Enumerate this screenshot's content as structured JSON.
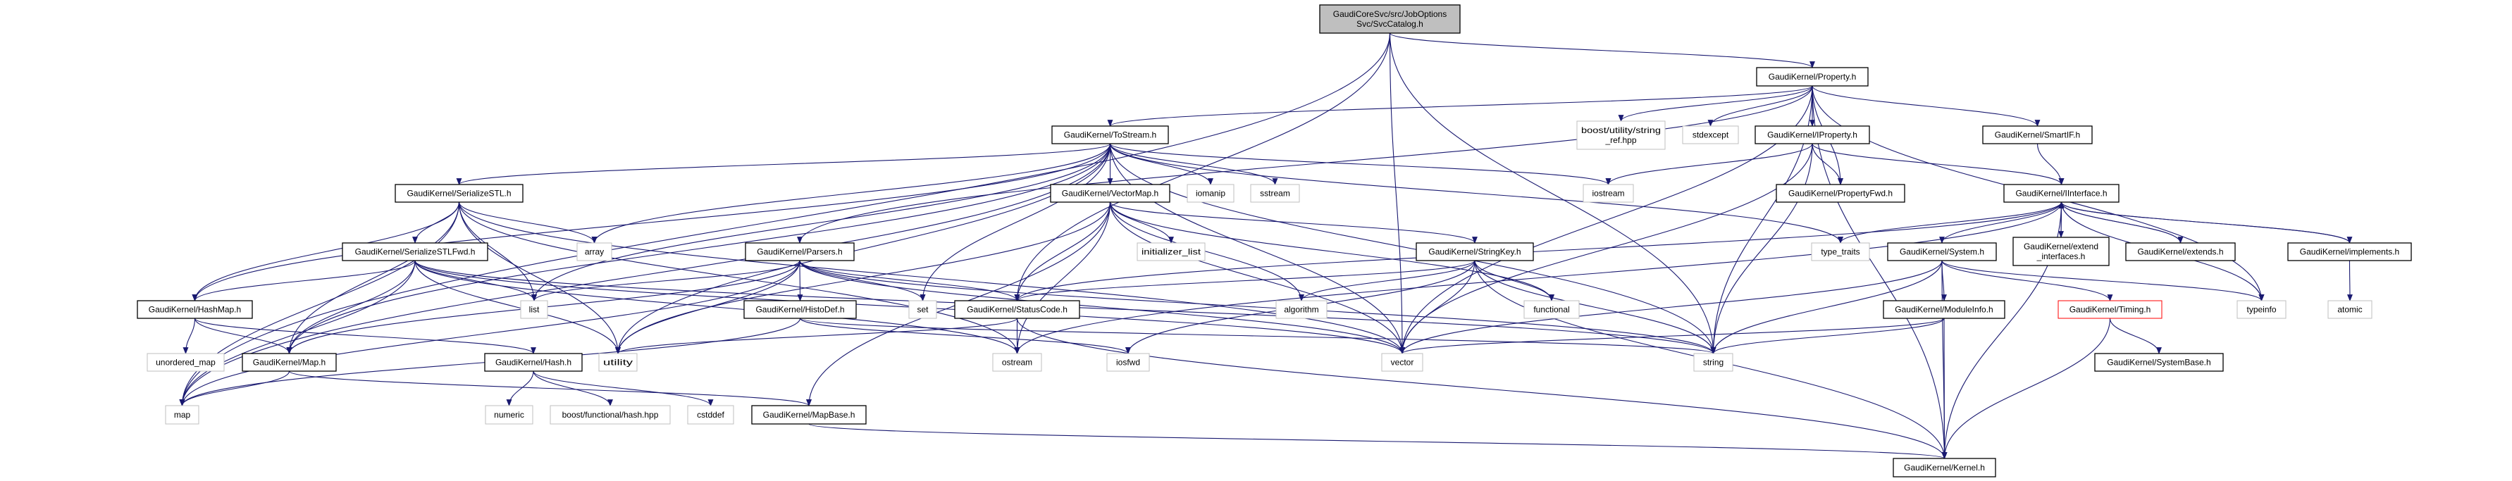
{
  "colors": {
    "edge": "#191970",
    "root_fill": "#bfbfbf",
    "project_border": "#000000",
    "external_border": "#bfbfbf",
    "highlight_border": "#ff0000"
  },
  "nodes": [
    {
      "id": "root",
      "label": [
        "GaudiCoreSvc/src/JobOptions",
        "Svc/SvcCatalog.h"
      ],
      "kind": "root"
    },
    {
      "id": "Property",
      "label": [
        "GaudiKernel/Property.h"
      ],
      "kind": "project"
    },
    {
      "id": "ToStream",
      "label": [
        "GaudiKernel/ToStream.h"
      ],
      "kind": "project"
    },
    {
      "id": "stringref",
      "label": [
        "boost/utility/string",
        "_ref.hpp"
      ],
      "kind": "external"
    },
    {
      "id": "stdexcept",
      "label": [
        "stdexcept"
      ],
      "kind": "external"
    },
    {
      "id": "IProperty",
      "label": [
        "GaudiKernel/IProperty.h"
      ],
      "kind": "project"
    },
    {
      "id": "SmartIF",
      "label": [
        "GaudiKernel/SmartIF.h"
      ],
      "kind": "project"
    },
    {
      "id": "SerializeSTL",
      "label": [
        "GaudiKernel/SerializeSTL.h"
      ],
      "kind": "project"
    },
    {
      "id": "VectorMap",
      "label": [
        "GaudiKernel/VectorMap.h"
      ],
      "kind": "project"
    },
    {
      "id": "iomanip",
      "label": [
        "iomanip"
      ],
      "kind": "external"
    },
    {
      "id": "sstream",
      "label": [
        "sstream"
      ],
      "kind": "external"
    },
    {
      "id": "iostream",
      "label": [
        "iostream"
      ],
      "kind": "external"
    },
    {
      "id": "PropertyFwd",
      "label": [
        "GaudiKernel/PropertyFwd.h"
      ],
      "kind": "project"
    },
    {
      "id": "IInterface",
      "label": [
        "GaudiKernel/IInterface.h"
      ],
      "kind": "project"
    },
    {
      "id": "SerializeSTLFwd",
      "label": [
        "GaudiKernel/SerializeSTLFwd.h"
      ],
      "kind": "project"
    },
    {
      "id": "array",
      "label": [
        "array"
      ],
      "kind": "external"
    },
    {
      "id": "Parsers",
      "label": [
        "GaudiKernel/Parsers.h"
      ],
      "kind": "project"
    },
    {
      "id": "initializer_list",
      "label": [
        "initializer_list"
      ],
      "kind": "external"
    },
    {
      "id": "StringKey",
      "label": [
        "GaudiKernel/StringKey.h"
      ],
      "kind": "project"
    },
    {
      "id": "type_traits",
      "label": [
        "type_traits"
      ],
      "kind": "external"
    },
    {
      "id": "System",
      "label": [
        "GaudiKernel/System.h"
      ],
      "kind": "project"
    },
    {
      "id": "extend_interfaces",
      "label": [
        "GaudiKernel/extend",
        "_interfaces.h"
      ],
      "kind": "project"
    },
    {
      "id": "extends",
      "label": [
        "GaudiKernel/extends.h"
      ],
      "kind": "project"
    },
    {
      "id": "implements",
      "label": [
        "GaudiKernel/implements.h"
      ],
      "kind": "project"
    },
    {
      "id": "HashMap",
      "label": [
        "GaudiKernel/HashMap.h"
      ],
      "kind": "project"
    },
    {
      "id": "list",
      "label": [
        "list"
      ],
      "kind": "external"
    },
    {
      "id": "HistoDef",
      "label": [
        "GaudiKernel/HistoDef.h"
      ],
      "kind": "project"
    },
    {
      "id": "set",
      "label": [
        "set"
      ],
      "kind": "external"
    },
    {
      "id": "StatusCode",
      "label": [
        "GaudiKernel/StatusCode.h"
      ],
      "kind": "project"
    },
    {
      "id": "algorithm",
      "label": [
        "algorithm"
      ],
      "kind": "external"
    },
    {
      "id": "functional",
      "label": [
        "functional"
      ],
      "kind": "external"
    },
    {
      "id": "ModuleInfo",
      "label": [
        "GaudiKernel/ModuleInfo.h"
      ],
      "kind": "project"
    },
    {
      "id": "Timing",
      "label": [
        "GaudiKernel/Timing.h"
      ],
      "kind": "highlight"
    },
    {
      "id": "typeinfo",
      "label": [
        "typeinfo"
      ],
      "kind": "external"
    },
    {
      "id": "atomic",
      "label": [
        "atomic"
      ],
      "kind": "external"
    },
    {
      "id": "unordered_map",
      "label": [
        "unordered_map"
      ],
      "kind": "external"
    },
    {
      "id": "Map",
      "label": [
        "GaudiKernel/Map.h"
      ],
      "kind": "project"
    },
    {
      "id": "Hash",
      "label": [
        "GaudiKernel/Hash.h"
      ],
      "kind": "project"
    },
    {
      "id": "utility",
      "label": [
        "utility"
      ],
      "kind": "external"
    },
    {
      "id": "ostream",
      "label": [
        "ostream"
      ],
      "kind": "external"
    },
    {
      "id": "iosfwd",
      "label": [
        "iosfwd"
      ],
      "kind": "external"
    },
    {
      "id": "vector",
      "label": [
        "vector"
      ],
      "kind": "external"
    },
    {
      "id": "string",
      "label": [
        "string"
      ],
      "kind": "external"
    },
    {
      "id": "SystemBase",
      "label": [
        "GaudiKernel/SystemBase.h"
      ],
      "kind": "project"
    },
    {
      "id": "map",
      "label": [
        "map"
      ],
      "kind": "external"
    },
    {
      "id": "numeric",
      "label": [
        "numeric"
      ],
      "kind": "external"
    },
    {
      "id": "boosthash",
      "label": [
        "boost/functional/hash.hpp"
      ],
      "kind": "external"
    },
    {
      "id": "cstddef",
      "label": [
        "cstddef"
      ],
      "kind": "external"
    },
    {
      "id": "MapBase",
      "label": [
        "GaudiKernel/MapBase.h"
      ],
      "kind": "project"
    },
    {
      "id": "Kernel",
      "label": [
        "GaudiKernel/Kernel.h"
      ],
      "kind": "project"
    }
  ],
  "edges": [
    [
      "root",
      "map"
    ],
    [
      "root",
      "StatusCode"
    ],
    [
      "root",
      "vector"
    ],
    [
      "root",
      "string"
    ],
    [
      "root",
      "Property"
    ],
    [
      "Property",
      "ToStream"
    ],
    [
      "Property",
      "Parsers"
    ],
    [
      "Property",
      "stringref"
    ],
    [
      "Property",
      "stdexcept"
    ],
    [
      "Property",
      "IProperty"
    ],
    [
      "Property",
      "PropertyFwd"
    ],
    [
      "Property",
      "SmartIF"
    ],
    [
      "Property",
      "string"
    ],
    [
      "Property",
      "typeinfo"
    ],
    [
      "Property",
      "Kernel"
    ],
    [
      "Property",
      "vector"
    ],
    [
      "ToStream",
      "SerializeSTL"
    ],
    [
      "ToStream",
      "VectorMap"
    ],
    [
      "ToStream",
      "iomanip"
    ],
    [
      "ToStream",
      "sstream"
    ],
    [
      "ToStream",
      "iostream"
    ],
    [
      "ToStream",
      "HashMap"
    ],
    [
      "ToStream",
      "Map"
    ],
    [
      "ToStream",
      "map"
    ],
    [
      "ToStream",
      "array"
    ],
    [
      "ToStream",
      "list"
    ],
    [
      "ToStream",
      "set"
    ],
    [
      "ToStream",
      "string"
    ],
    [
      "ToStream",
      "vector"
    ],
    [
      "ToStream",
      "type_traits"
    ],
    [
      "ToStream",
      "utility"
    ],
    [
      "SerializeSTL",
      "SerializeSTLFwd"
    ],
    [
      "SerializeSTL",
      "array"
    ],
    [
      "SerializeSTL",
      "list"
    ],
    [
      "SerializeSTL",
      "HashMap"
    ],
    [
      "SerializeSTL",
      "Map"
    ],
    [
      "SerializeSTL",
      "map"
    ],
    [
      "SerializeSTL",
      "utility"
    ],
    [
      "SerializeSTL",
      "vector"
    ],
    [
      "SerializeSTL",
      "ostream"
    ],
    [
      "SerializeSTLFwd",
      "HashMap"
    ],
    [
      "SerializeSTLFwd",
      "Map"
    ],
    [
      "SerializeSTLFwd",
      "list"
    ],
    [
      "SerializeSTLFwd",
      "map"
    ],
    [
      "SerializeSTLFwd",
      "utility"
    ],
    [
      "SerializeSTLFwd",
      "vector"
    ],
    [
      "SerializeSTLFwd",
      "string"
    ],
    [
      "SerializeSTLFwd",
      "ostream"
    ],
    [
      "HashMap",
      "unordered_map"
    ],
    [
      "HashMap",
      "Map"
    ],
    [
      "HashMap",
      "Hash"
    ],
    [
      "Map",
      "map"
    ],
    [
      "Map",
      "MapBase"
    ],
    [
      "Hash",
      "numeric"
    ],
    [
      "Hash",
      "boosthash"
    ],
    [
      "Hash",
      "cstddef"
    ],
    [
      "MapBase",
      "Kernel"
    ],
    [
      "Parsers",
      "list"
    ],
    [
      "Parsers",
      "set"
    ],
    [
      "Parsers",
      "map"
    ],
    [
      "Parsers",
      "Map"
    ],
    [
      "Parsers",
      "HistoDef"
    ],
    [
      "Parsers",
      "StatusCode"
    ],
    [
      "Parsers",
      "string"
    ],
    [
      "Parsers",
      "vector"
    ],
    [
      "Parsers",
      "utility"
    ],
    [
      "HistoDef",
      "string"
    ],
    [
      "HistoDef",
      "iosfwd"
    ],
    [
      "HistoDef",
      "map"
    ],
    [
      "VectorMap",
      "StatusCode"
    ],
    [
      "VectorMap",
      "ostream"
    ],
    [
      "VectorMap",
      "initializer_list"
    ],
    [
      "VectorMap",
      "algorithm"
    ],
    [
      "VectorMap",
      "vector"
    ],
    [
      "VectorMap",
      "functional"
    ],
    [
      "VectorMap",
      "StringKey"
    ],
    [
      "VectorMap",
      "MapBase"
    ],
    [
      "VectorMap",
      "utility"
    ],
    [
      "StringKey",
      "StatusCode"
    ],
    [
      "StringKey",
      "algorithm"
    ],
    [
      "StringKey",
      "functional"
    ],
    [
      "StringKey",
      "vector"
    ],
    [
      "StringKey",
      "string"
    ],
    [
      "StringKey",
      "iosfwd"
    ],
    [
      "StringKey",
      "Kernel"
    ],
    [
      "StatusCode",
      "ostream"
    ],
    [
      "StatusCode",
      "utility"
    ],
    [
      "StatusCode",
      "Kernel"
    ],
    [
      "IProperty",
      "PropertyFwd"
    ],
    [
      "IProperty",
      "IInterface"
    ],
    [
      "IProperty",
      "string"
    ],
    [
      "IProperty",
      "vector"
    ],
    [
      "IProperty",
      "iostream"
    ],
    [
      "SmartIF",
      "IInterface"
    ],
    [
      "IInterface",
      "StatusCode"
    ],
    [
      "IInterface",
      "ostream"
    ],
    [
      "IInterface",
      "Kernel"
    ],
    [
      "IInterface",
      "type_traits"
    ],
    [
      "IInterface",
      "System"
    ],
    [
      "IInterface",
      "extend_interfaces"
    ],
    [
      "IInterface",
      "extends"
    ],
    [
      "IInterface",
      "implements"
    ],
    [
      "IInterface",
      "typeinfo"
    ],
    [
      "extend_interfaces",
      "IInterface"
    ],
    [
      "extends",
      "IInterface"
    ],
    [
      "implements",
      "IInterface"
    ],
    [
      "implements",
      "atomic"
    ],
    [
      "System",
      "ModuleInfo"
    ],
    [
      "System",
      "Timing"
    ],
    [
      "System",
      "Kernel"
    ],
    [
      "System",
      "string"
    ],
    [
      "System",
      "vector"
    ],
    [
      "System",
      "typeinfo"
    ],
    [
      "ModuleInfo",
      "Kernel"
    ],
    [
      "ModuleInfo",
      "string"
    ],
    [
      "ModuleInfo",
      "vector"
    ],
    [
      "Timing",
      "Kernel"
    ],
    [
      "Timing",
      "SystemBase"
    ]
  ]
}
